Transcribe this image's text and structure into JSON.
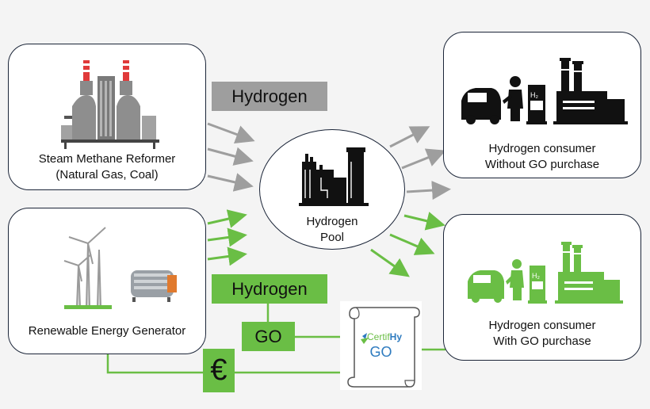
{
  "colors": {
    "green": "#6abe45",
    "gray": "#9e9e9e",
    "dark": "#111111"
  },
  "smr": {
    "line1": "Steam Methane Reformer",
    "line2": "(Natural Gas, Coal)",
    "icon": "refinery-icon"
  },
  "reg": {
    "label": "Renewable Energy Generator",
    "icon": "wind-turbine-icon"
  },
  "pool": {
    "line1": "Hydrogen",
    "line2": "Pool",
    "icon": "factory-icon"
  },
  "consumer_no_go": {
    "line1": "Hydrogen consumer",
    "line2": "Without GO purchase"
  },
  "consumer_go": {
    "line1": "Hydrogen consumer",
    "line2": "With GO purchase"
  },
  "tags": {
    "hydrogen_gray": "Hydrogen",
    "hydrogen_green": "Hydrogen",
    "go": "GO",
    "euro": "€"
  },
  "certificate": {
    "brand_a": "Certif",
    "brand_b": "Hy",
    "go": "GO"
  },
  "h2_symbol": "H₂"
}
